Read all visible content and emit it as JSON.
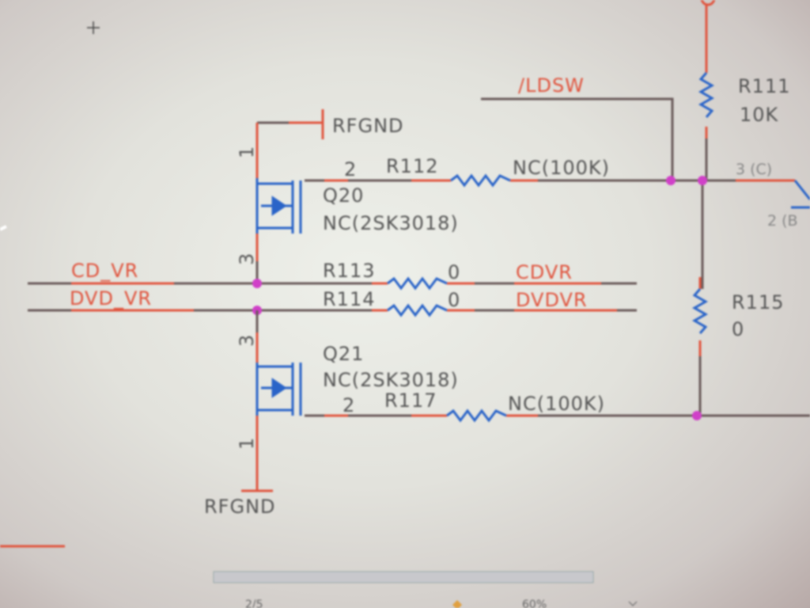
{
  "nets": {
    "ldsw": "/LDSW",
    "cd_vr": "CD_VR",
    "dvd_vr": "DVD_VR",
    "cdvr": "CDVR",
    "dvdvr": "DVDVR",
    "rfgnd_top": "RFGND",
    "rfgnd_bottom": "RFGND"
  },
  "transistors": {
    "q20": {
      "ref": "Q20",
      "value": "NC(2SK3018)",
      "pin_gate": "2",
      "pin_source": "1",
      "pin_drain": "3"
    },
    "q21": {
      "ref": "Q21",
      "value": "NC(2SK3018)",
      "pin_gate": "2",
      "pin_source": "1",
      "pin_drain": "3"
    },
    "q_right": {
      "pin_c": "3 (C)",
      "pin_b": "2 (B"
    }
  },
  "resistors": {
    "r111": {
      "ref": "R111",
      "value": "10K"
    },
    "r112": {
      "ref": "R112",
      "value": "NC(100K)"
    },
    "r113": {
      "ref": "R113",
      "value": "0"
    },
    "r114": {
      "ref": "R114",
      "value": "0"
    },
    "r115": {
      "ref": "R115",
      "value": "0"
    },
    "r117": {
      "ref": "R117",
      "value": "NC(100K)"
    }
  },
  "status_bar": {
    "page": "2/5",
    "zoom": "60%"
  }
}
